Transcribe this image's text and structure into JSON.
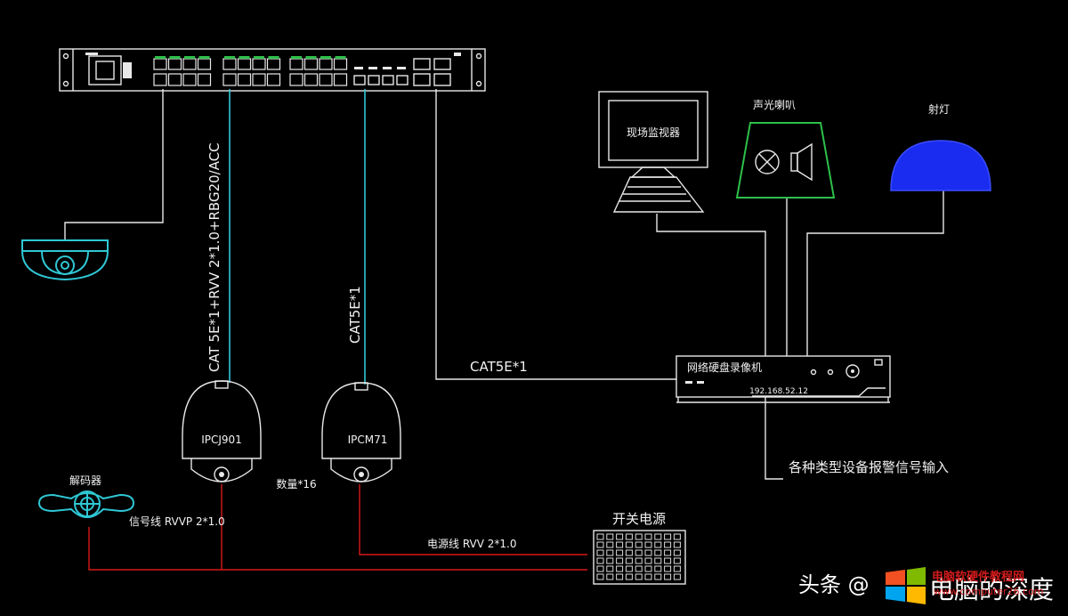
{
  "labels": {
    "cable_poe": "CAT 5E*1+RVV 2*1.0+RBG20/ACC",
    "cable_cat5e_vertical": "CAT5E*1",
    "cable_cat5e_horizontal": "CAT5E*1",
    "monitor": "现场监视器",
    "siren": "声光喇叭",
    "lamp": "射灯",
    "nvr": "网络硬盘录像机",
    "nvr_ip": "192.168.52.12",
    "camera_1": "IPCJ901",
    "camera_2": "IPCM71",
    "quantity": "数量*16",
    "decoder": "解码器",
    "signal_line": "信号线 RVVP 2*1.0",
    "power_line": "电源线 RVV 2*1.0",
    "power_supply": "开关电源",
    "alarm_input": "各种类型设备报警信号输入"
  },
  "watermark": {
    "prefix": "头条 @",
    "name": "电脑的深度",
    "site_top": "电脑软硬件教程网",
    "site_url": "www.computer26.com"
  },
  "colors": {
    "line": "#e8e8e8",
    "network_cable": "#2fc7d4",
    "power_cable": "#d81818",
    "siren_outline": "#2ec04a",
    "lamp_fill": "#1a2cf0",
    "background": "#000000"
  }
}
